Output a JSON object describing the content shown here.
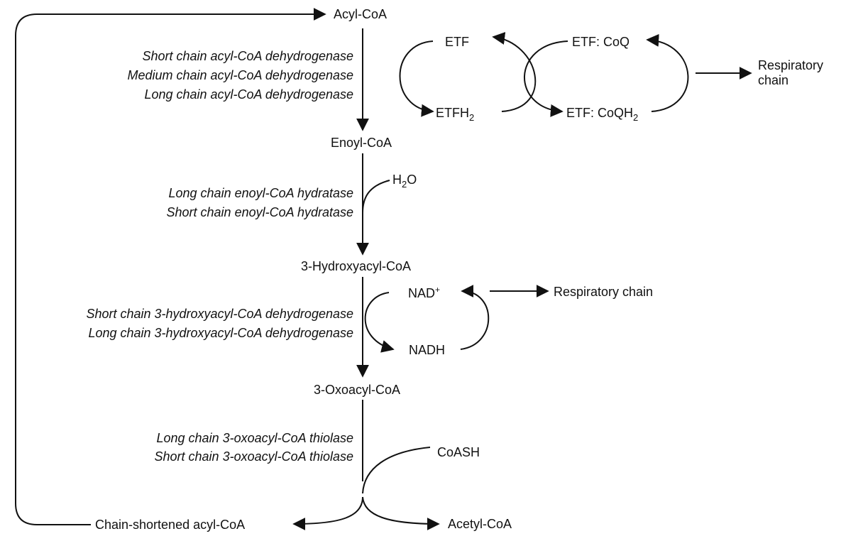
{
  "metabolites": {
    "acyl_coa": "Acyl-CoA",
    "enoyl_coa": "Enoyl-CoA",
    "hydroxyacyl_coa": "3-Hydroxyacyl-CoA",
    "oxoacyl_coa": "3-Oxoacyl-CoA",
    "chain_shortened": "Chain-shortened acyl-CoA",
    "acetyl_coa": "Acetyl-CoA"
  },
  "enzymes": {
    "dehydrogenase": [
      "Short chain acyl-CoA dehydrogenase",
      "Medium chain acyl-CoA dehydrogenase",
      "Long chain acyl-CoA dehydrogenase"
    ],
    "hydratase": [
      "Long chain enoyl-CoA hydratase",
      "Short chain enoyl-CoA hydratase"
    ],
    "hydroxy_dehydrogenase": [
      "Short chain 3-hydroxyacyl-CoA dehydrogenase",
      "Long chain 3-hydroxyacyl-CoA dehydrogenase"
    ],
    "thiolase": [
      "Long chain 3-oxoacyl-CoA thiolase",
      "Short chain 3-oxoacyl-CoA thiolase"
    ]
  },
  "cofactors": {
    "etf": "ETF",
    "etfh": "ETFH",
    "etfh_sub": "2",
    "etf_coq": "ETF: CoQ",
    "etf_coqh": "ETF: CoQH",
    "etf_coqh_sub": "2",
    "water_h": "H",
    "water_sub": "2",
    "water_o": "O",
    "nad": "NAD",
    "nad_sup": "+",
    "nadh": "NADH",
    "coash": "CoASH"
  },
  "outputs": {
    "resp_chain_top": [
      "Respiratory",
      "chain"
    ],
    "resp_chain_mid": "Respiratory chain"
  },
  "colors": {
    "ink": "#111111",
    "background": "#ffffff"
  }
}
